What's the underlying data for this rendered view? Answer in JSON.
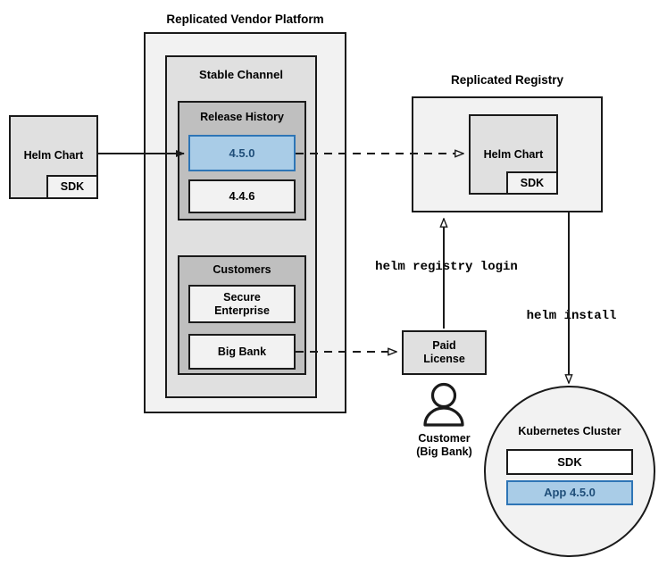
{
  "diagram": {
    "title_vendor_platform": "Replicated Vendor Platform",
    "title_registry": "Replicated Registry",
    "stable_channel": "Stable Channel",
    "release_history": "Release History",
    "customers": "Customers",
    "release_current": "4.5.0",
    "release_previous": "4.4.6",
    "customer_secure_enterprise": "Secure\nEnterprise",
    "customer_big_bank": "Big Bank",
    "helm_chart_source": "Helm Chart",
    "sdk_source": "SDK",
    "helm_chart_registry": "Helm Chart",
    "sdk_registry": "SDK",
    "paid_license": "Paid\nLicense",
    "customer_person": "Customer\n(Big Bank)",
    "cmd_registry_login": "helm registry login",
    "cmd_helm_install": "helm install",
    "kubernetes_cluster": "Kubernetes Cluster",
    "cluster_sdk": "SDK",
    "cluster_app": "App 4.5.0"
  },
  "colors": {
    "accent_blue_fill": "#a9cce7",
    "accent_blue_border": "#2e75b6",
    "accent_blue_text": "#1f4e79",
    "stroke": "#1a1a1a",
    "fill_lightest": "#f2f2f2",
    "fill_light": "#e0e0e0",
    "fill_mid": "#d4d4d4",
    "fill_dark": "#bfbfbf"
  }
}
